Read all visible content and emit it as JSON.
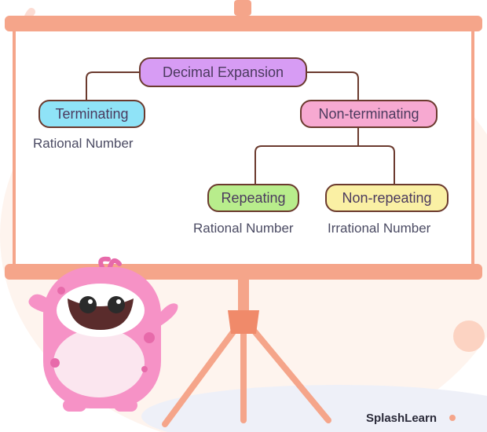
{
  "diagram": {
    "root": "Decimal Expansion",
    "terminating": "Terminating",
    "non_terminating": "Non-terminating",
    "repeating": "Repeating",
    "non_repeating": "Non-repeating",
    "terminating_caption": "Rational Number",
    "repeating_caption": "Rational Number",
    "non_repeating_caption": "Irrational Number"
  },
  "brand": "SplashLearn",
  "colors": {
    "board_frame": "#f5a58a",
    "root_fill": "#d79cf4",
    "terminating_fill": "#8fe3f7",
    "non_terminating_fill": "#f7a9d1",
    "repeating_fill": "#b8ed8c",
    "non_repeating_fill": "#faf0a4",
    "connector": "#6b3a2e",
    "mascot": "#f692c6"
  }
}
